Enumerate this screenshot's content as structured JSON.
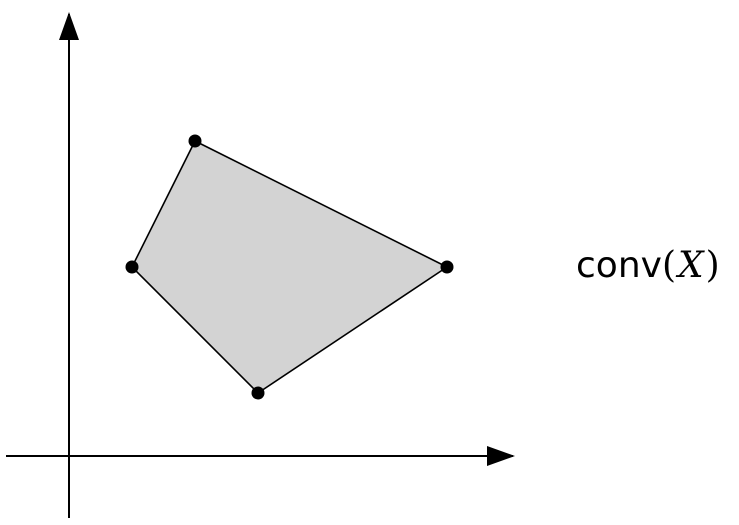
{
  "label": {
    "function": "conv",
    "open_paren": "(",
    "variable": "X",
    "close_paren": ")"
  },
  "points": [
    {
      "name": "left",
      "x": 0.5,
      "y": 1.5
    },
    {
      "name": "top",
      "x": 1.0,
      "y": 2.5
    },
    {
      "name": "right",
      "x": 3.0,
      "y": 1.5
    },
    {
      "name": "bottom",
      "x": 1.5,
      "y": 0.5
    }
  ],
  "colors": {
    "fill": "#d3d3d3",
    "stroke": "#000000",
    "point": "#000000",
    "background": "#ffffff"
  }
}
